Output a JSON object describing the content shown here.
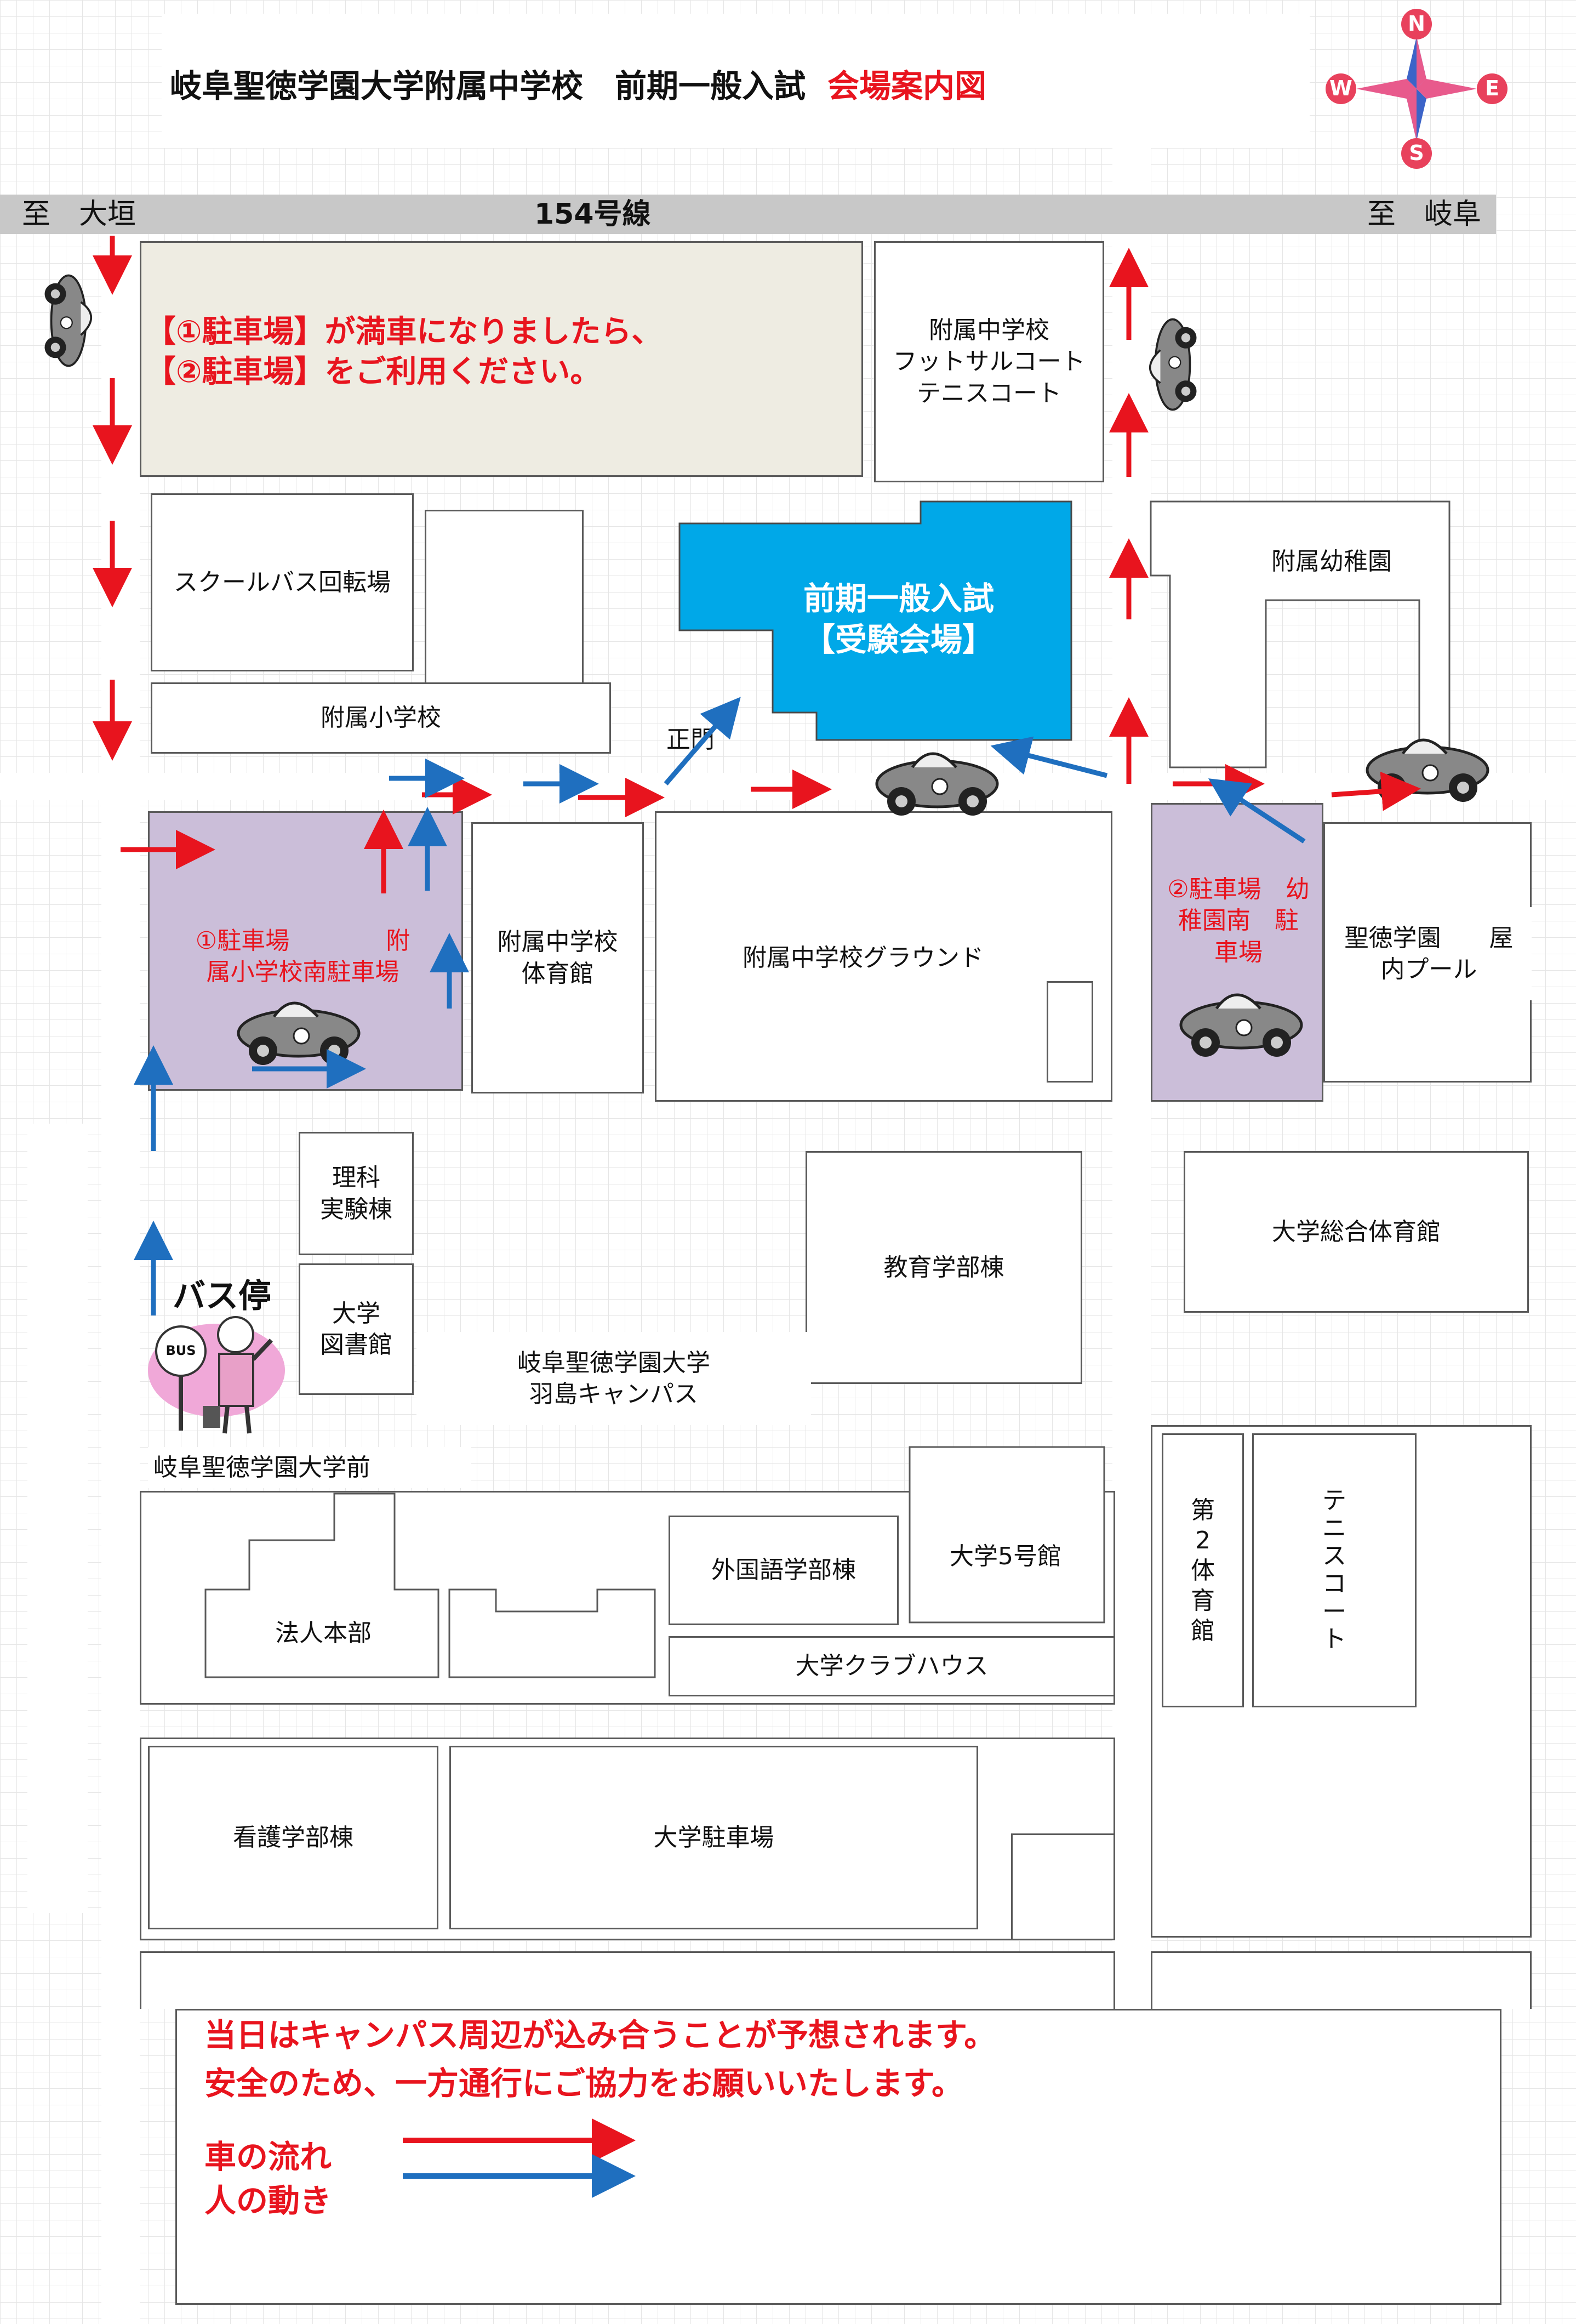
{
  "title": {
    "main": "岐阜聖徳学園大学附属中学校　前期一般入試",
    "highlight": "会場案内図"
  },
  "compass": {
    "n": "N",
    "s": "S",
    "e": "E",
    "w": "W"
  },
  "highway": {
    "name": "154号線",
    "to_west": "至　大垣",
    "to_east": "至　岐阜"
  },
  "notice_parking": {
    "line1": "【①駐車場】が満車になりましたら、",
    "line2": "【②駐車場】をご利用ください。"
  },
  "buildings": {
    "futsal": "附属中学校\nフットサルコート\nテニスコート",
    "school_bus": "スクールバス回転場",
    "elementary": "附属小学校",
    "exam_venue": "前期一般入試\n【受験会場】",
    "kindergarten": "附属幼稚園",
    "main_gate": "正門",
    "parking1": "①駐車場　　　　附\n属小学校南駐車場",
    "parking2": "②駐車場　幼\n稚園南　駐\n車場",
    "jhs_gym": "附属中学校\n体育館",
    "jhs_ground": "附属中学校グラウンド",
    "pool": "聖徳学園　　屋\n内プール",
    "science": "理科\n実験棟",
    "library": "大学\n図書館",
    "education": "教育学部棟",
    "campus": "岐阜聖徳学園大学\n羽島キャンパス",
    "univ_gym": "大学総合体育館",
    "gym2": "第\n2\n体\n育\n館",
    "tennis": "テ\nニ\nス\nコ\nー\nト",
    "foreign": "外国語学部棟",
    "bldg5": "大学5号館",
    "hq": "法人本部",
    "clubhouse": "大学クラブハウス",
    "nursing": "看護学部棟",
    "univ_parking": "大学駐車場"
  },
  "bus_stop": {
    "label": "バス停",
    "sign": "BUS",
    "name": "岐阜聖徳学園大学前"
  },
  "legend": {
    "notice": "当日はキャンパス周辺が込み合うことが予想されます。\n安全のため、一方通行にご協力をお願いいたします。",
    "car_flow": "車の流れ",
    "people_flow": "人の動き"
  },
  "colors": {
    "car_arrow": "#e8141e",
    "people_arrow": "#1f6fbf",
    "exam_venue": "#00a8e8",
    "parking_area": "#cbbed9",
    "field": "#eeece2",
    "highway": "#c8c8c8"
  }
}
